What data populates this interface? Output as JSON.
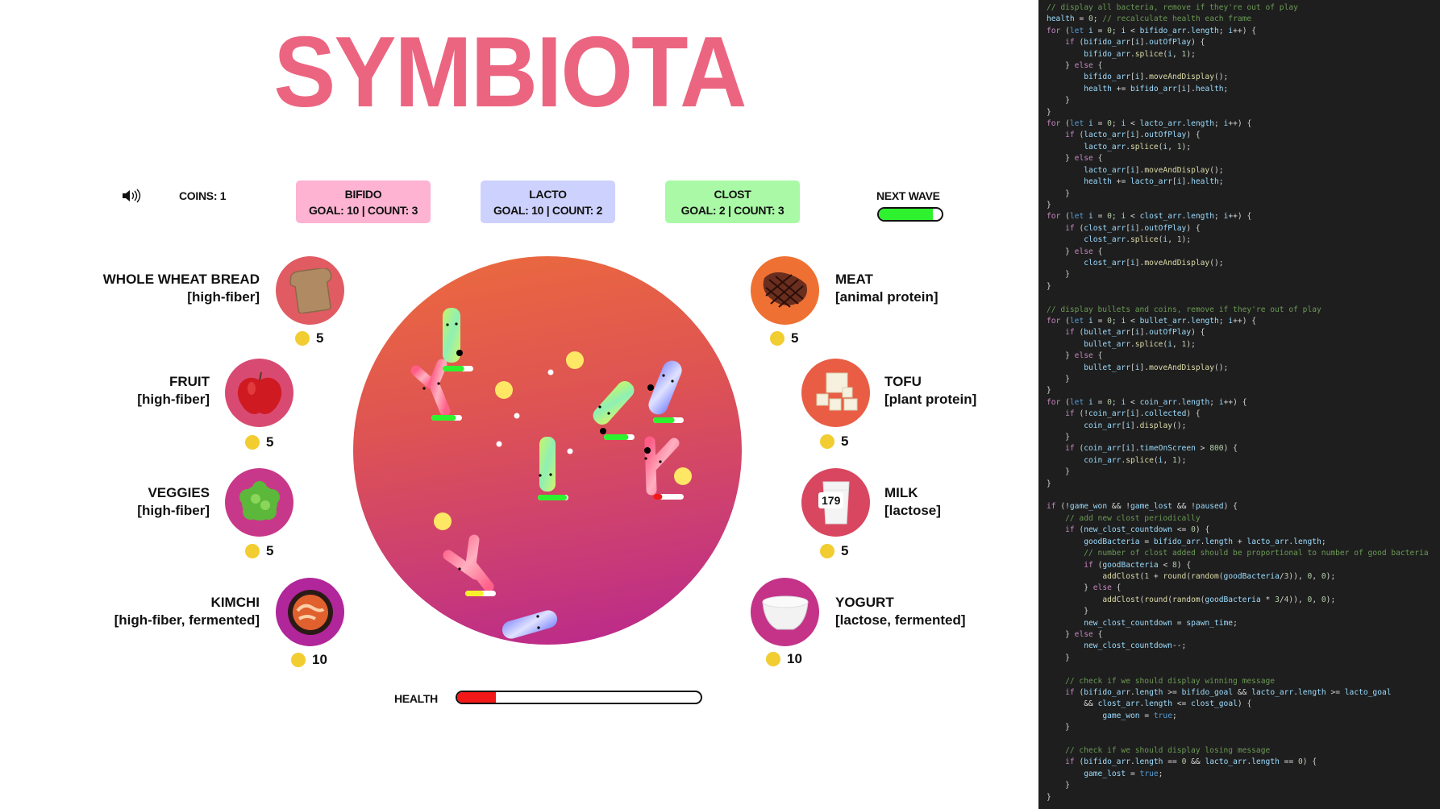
{
  "title": "SYMBIOTA",
  "header": {
    "sound_icon": "speaker-icon",
    "coins_label": "COINS: 1",
    "bacteria": [
      {
        "name": "BIFIDO",
        "stats": "GOAL: 10  | COUNT: 3",
        "color": "#fdb3d1"
      },
      {
        "name": "LACTO",
        "stats": "GOAL: 10  | COUNT: 2",
        "color": "#cdd1fd"
      },
      {
        "name": "CLOST",
        "stats": "GOAL: 2 | COUNT: 3",
        "color": "#a9f9a6"
      }
    ],
    "next_wave_label": "NEXT WAVE",
    "next_wave_progress": 0.86
  },
  "foods_left": [
    {
      "name": "WHOLE WHEAT BREAD",
      "tags": "[high-fiber]",
      "price": "5",
      "icon": "bread-icon",
      "color": "#e15b63"
    },
    {
      "name": "FRUIT",
      "tags": "[high-fiber]",
      "price": "5",
      "icon": "apple-icon",
      "color": "#d84a72"
    },
    {
      "name": "VEGGIES",
      "tags": "[high-fiber]",
      "price": "5",
      "icon": "lettuce-icon",
      "color": "#c8388a"
    },
    {
      "name": "KIMCHI",
      "tags": "[high-fiber, fermented]",
      "price": "10",
      "icon": "kimchi-icon",
      "color": "#b1269a"
    }
  ],
  "foods_right": [
    {
      "name": "MEAT",
      "tags": "[animal protein]",
      "price": "5",
      "icon": "steak-icon",
      "color": "#ef7033"
    },
    {
      "name": "TOFU",
      "tags": "[plant protein]",
      "price": "5",
      "icon": "tofu-icon",
      "color": "#e95d45"
    },
    {
      "name": "MILK",
      "tags": "[lactose]",
      "price": "5",
      "icon": "milk-icon",
      "color": "#d9465f",
      "overlay": "179"
    },
    {
      "name": "YOGURT",
      "tags": "[lactose, fermented]",
      "price": "10",
      "icon": "yogurt-icon",
      "color": "#c43388"
    }
  ],
  "health": {
    "label": "HEALTH",
    "value": 0.16
  },
  "bacteria_health": {
    "lacto_top": 0.7,
    "bifido_left": 0.8,
    "lacto_center": 0.95,
    "lacto_tilted": 0.8,
    "clost_right": 0.7,
    "bifido_right": 0.3,
    "bifido_bottom": 0.6
  },
  "code_lines": [
    "// display all bacteria, remove if they're out of play",
    "health = 0; // recalculate health each frame",
    "for (let i = 0; i < bifido_arr.length; i++) {",
    "    if (bifido_arr[i].outOfPlay) {",
    "        bifido_arr.splice(i, 1);",
    "    } else {",
    "        bifido_arr[i].moveAndDisplay();",
    "        health += bifido_arr[i].health;",
    "    }",
    "}",
    "for (let i = 0; i < lacto_arr.length; i++) {",
    "    if (lacto_arr[i].outOfPlay) {",
    "        lacto_arr.splice(i, 1);",
    "    } else {",
    "        lacto_arr[i].moveAndDisplay();",
    "        health += lacto_arr[i].health;",
    "    }",
    "}",
    "for (let i = 0; i < clost_arr.length; i++) {",
    "    if (clost_arr[i].outOfPlay) {",
    "        clost_arr.splice(i, 1);",
    "    } else {",
    "        clost_arr[i].moveAndDisplay();",
    "    }",
    "}",
    "",
    "// display bullets and coins, remove if they're out of play",
    "for (let i = 0; i < bullet_arr.length; i++) {",
    "    if (bullet_arr[i].outOfPlay) {",
    "        bullet_arr.splice(i, 1);",
    "    } else {",
    "        bullet_arr[i].moveAndDisplay();",
    "    }",
    "}",
    "for (let i = 0; i < coin_arr.length; i++) {",
    "    if (!coin_arr[i].collected) {",
    "        coin_arr[i].display();",
    "    }",
    "    if (coin_arr[i].timeOnScreen > 800) {",
    "        coin_arr.splice(i, 1);",
    "    }",
    "}",
    "",
    "if (!game_won && !game_lost && !paused) {",
    "    // add new clost periodically",
    "    if (new_clost_countdown <= 0) {",
    "        goodBacteria = bifido_arr.length + lacto_arr.length;",
    "        // number of clost added should be proportional to number of good bacteria",
    "        if (goodBacteria < 8) {",
    "            addClost(1 + round(random(goodBacteria/3)), 0, 0);",
    "        } else {",
    "            addClost(round(random(goodBacteria * 3/4)), 0, 0);",
    "        }",
    "        new_clost_countdown = spawn_time;",
    "    } else {",
    "        new_clost_countdown--;",
    "    }",
    "",
    "    // check if we should display winning message",
    "    if (bifido_arr.length >= bifido_goal && lacto_arr.length >= lacto_goal",
    "        && clost_arr.length <= clost_goal) {",
    "            game_won = true;",
    "    }",
    "",
    "    // check if we should display losing message",
    "    if (bifido_arr.length == 0 && lacto_arr.length == 0) {",
    "        game_lost = true;",
    "    }",
    "}"
  ]
}
